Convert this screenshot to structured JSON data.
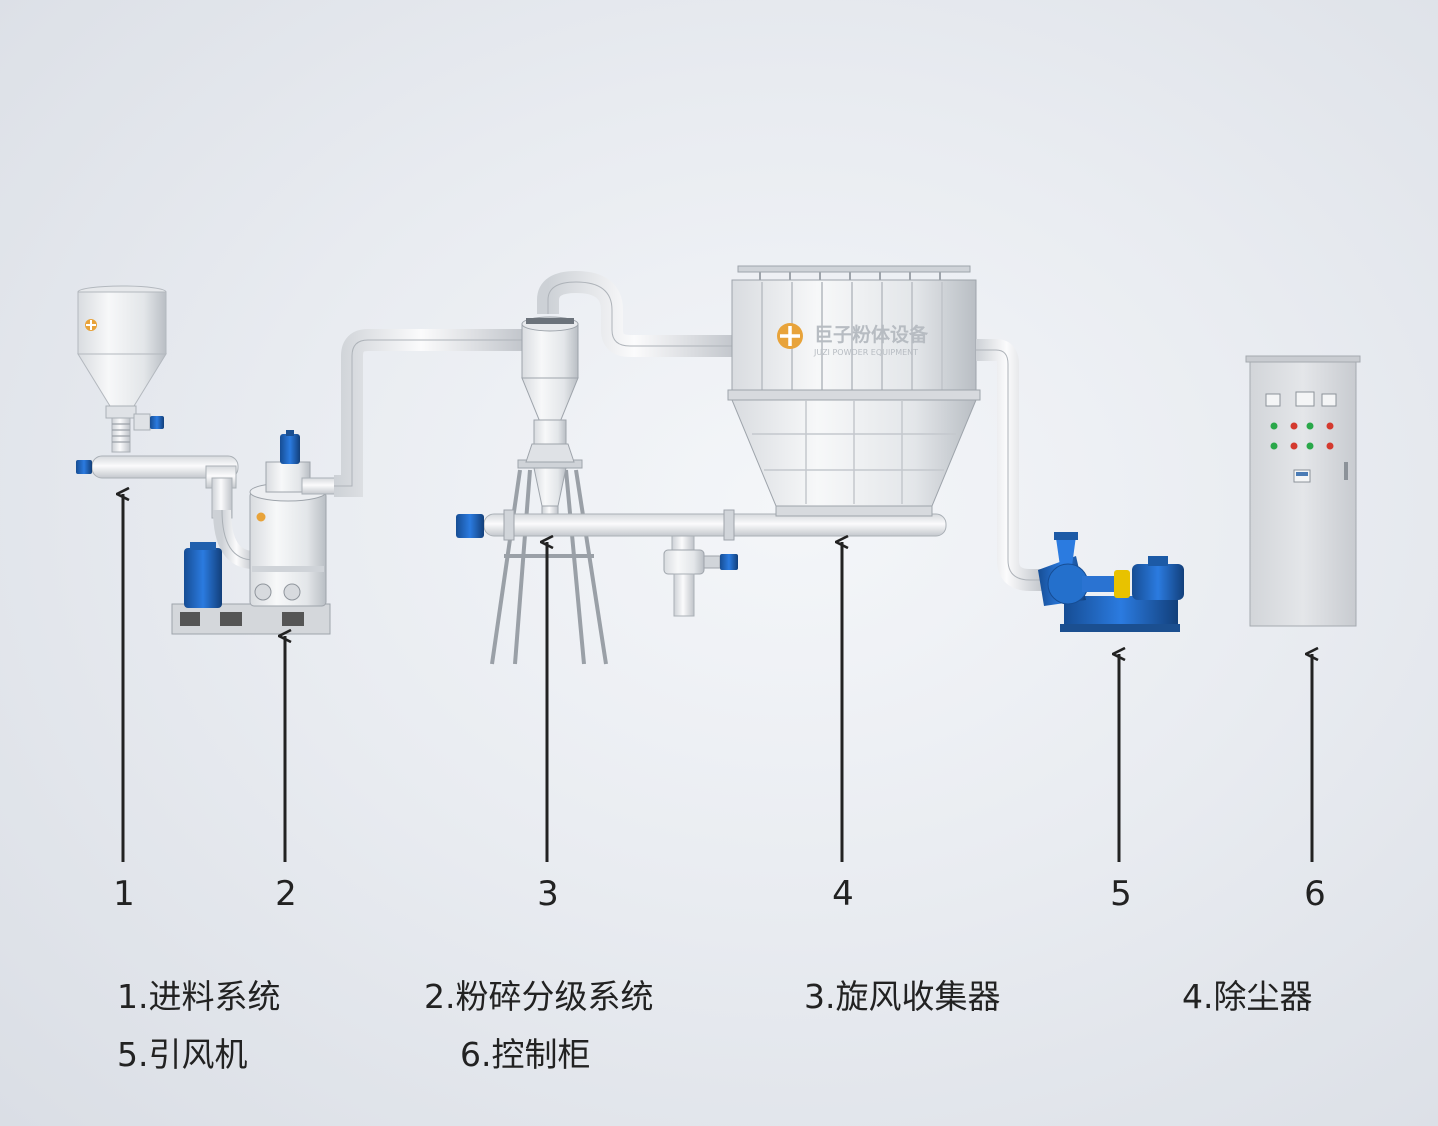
{
  "diagram": {
    "callout_numbers": [
      "1",
      "2",
      "3",
      "4",
      "5",
      "6"
    ],
    "brand_logo_text": "巨子粉体设备",
    "brand_logo_subtext": "JUZI POWDER EQUIPMENT",
    "legend": [
      "1.进料系统",
      "2.粉碎分级系统",
      "3.旋风收集器",
      "4.除尘器",
      "5.引风机",
      "6.控制柜"
    ]
  },
  "colors": {
    "equipment": "#eeeff1",
    "outline": "#9aa0a8",
    "motor_blue": "#1f62b8",
    "fan_blue": "#1f7fd0",
    "coupling_yellow": "#e8c200",
    "arrow": "#222222",
    "text": "#222222"
  }
}
